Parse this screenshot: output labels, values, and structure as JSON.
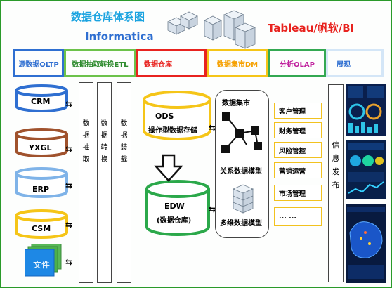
{
  "header": {
    "title": "数据仓库体系图",
    "subtitle": "Informatica",
    "tools": "Tableau/帆软/BI"
  },
  "categories": [
    {
      "label": "源数据OLTP",
      "border": "#2f6fd1",
      "color": "#2f6fd1"
    },
    {
      "label": "数据抽取转换ETL",
      "border": "#6cc24a",
      "color": "#2e8b2e"
    },
    {
      "label": "数据仓库",
      "border": "#e8231f",
      "color": "#e8231f"
    },
    {
      "label": "数据集市DM",
      "border": "#f5c518",
      "color": "#f5a000"
    },
    {
      "label": "分析OLAP",
      "border": "#33a852",
      "color": "#c0239e"
    },
    {
      "label": "展现",
      "border": "#d4e6f7",
      "color": "#2f6fd1"
    }
  ],
  "sources": [
    {
      "label": "CRM",
      "color": "#2f6fd1"
    },
    {
      "label": "YXGL",
      "color": "#a0522d"
    },
    {
      "label": "ERP",
      "color": "#7fb3e8"
    },
    {
      "label": "CSM",
      "color": "#f5c518"
    }
  ],
  "file_label": "文件",
  "etl": {
    "extract": [
      "数",
      "据",
      "抽",
      "取"
    ],
    "transform": [
      "数",
      "据",
      "转",
      "换"
    ],
    "load": [
      "数",
      "据",
      "装",
      "载"
    ]
  },
  "warehouse": {
    "ods_title": "ODS",
    "ods_sub": "操作型数据存储",
    "edw_title": "EDW",
    "edw_sub": "(数据仓库)"
  },
  "datamart": {
    "title": "数据集市",
    "relational": "关系数据模型",
    "multidim": "多维数据模型"
  },
  "olap_items": [
    "客户管理",
    "财务管理",
    "风险管控",
    "营销运营",
    "市场管理",
    "... ..."
  ],
  "presentation": [
    "信",
    "息",
    "发",
    "布"
  ]
}
